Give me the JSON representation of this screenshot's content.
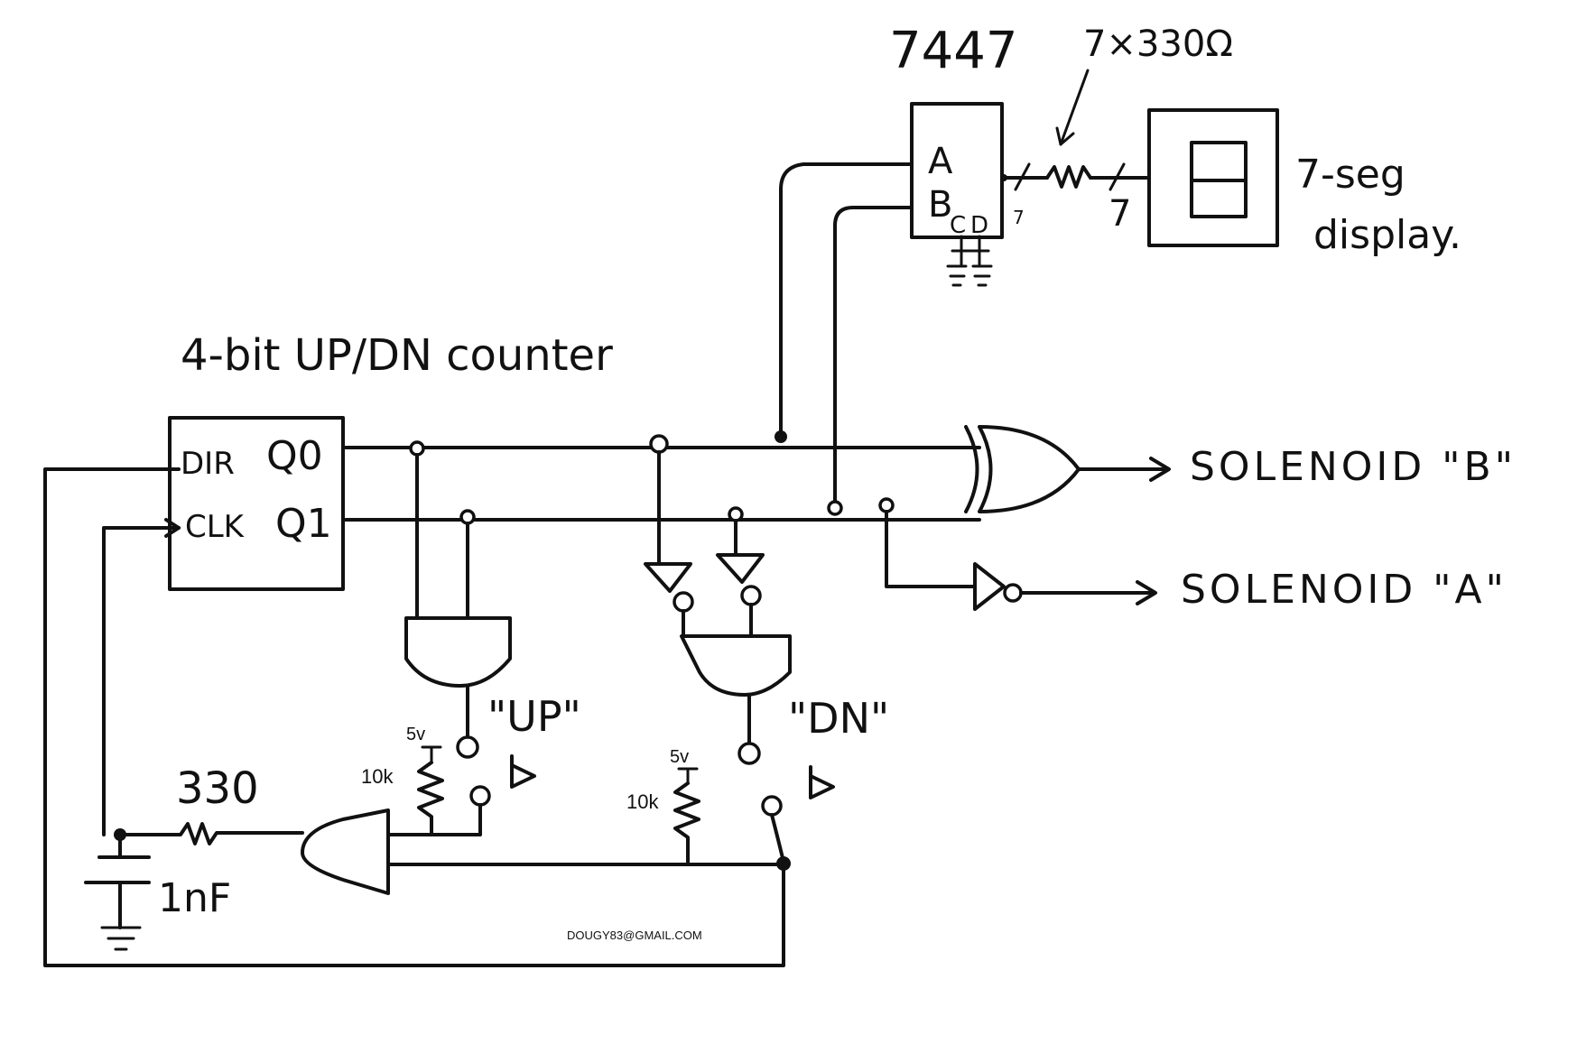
{
  "title_counter": "4-bit UP/DN counter",
  "chip_7447": "7447",
  "resistor_array": "7×330Ω",
  "display_label_line1": "7-seg",
  "display_label_line2": "display.",
  "counter_pins": {
    "dir": "DIR",
    "clk": "CLK",
    "q0": "Q0",
    "q1": "Q1"
  },
  "decoder_pins": {
    "a": "A",
    "b": "B",
    "c": "C",
    "d": "D",
    "bus_width_left": "7",
    "bus_width_right": "7"
  },
  "outputs": {
    "solenoid_b": "SOLENOID \"B\"",
    "solenoid_a": "SOLENOID \"A\""
  },
  "buttons": {
    "up": "\"UP\"",
    "dn": "\"DN\""
  },
  "pullups": {
    "up_supply": "5v",
    "up_resistor": "10k",
    "dn_supply": "5v",
    "dn_resistor": "10k"
  },
  "rc": {
    "resistor": "330",
    "capacitor": "1nF"
  },
  "credit": "DOUGY83@GMAIL.COM"
}
